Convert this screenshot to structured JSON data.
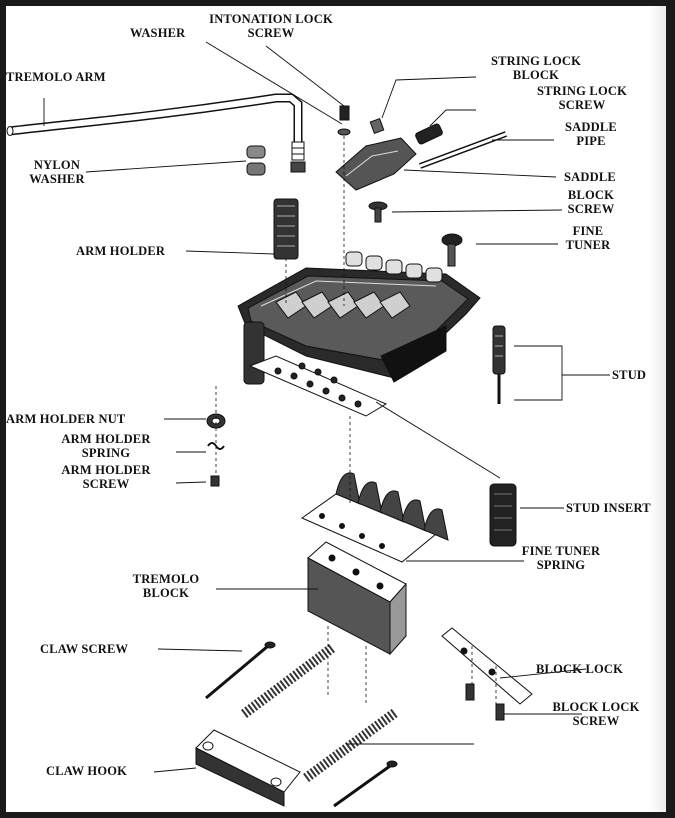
{
  "labels": {
    "washer": "WASHER",
    "intonation_lock_screw_1": "INTONATION LOCK",
    "intonation_lock_screw_2": "SCREW",
    "tremolo_arm": "TREMOLO ARM",
    "string_lock_block_1": "STRING LOCK",
    "string_lock_block_2": "BLOCK",
    "string_lock_screw_1": "STRING LOCK",
    "string_lock_screw_2": "SCREW",
    "saddle_pipe_1": "SADDLE",
    "saddle_pipe_2": "PIPE",
    "nylon_washer_1": "NYLON",
    "nylon_washer_2": "WASHER",
    "saddle": "SADDLE",
    "block_screw_1": "BLOCK",
    "block_screw_2": "SCREW",
    "arm_holder": "ARM HOLDER",
    "fine_tuner_1": "FINE",
    "fine_tuner_2": "TUNER",
    "stud": "STUD",
    "arm_holder_nut": "ARM HOLDER NUT",
    "arm_holder_spring_1": "ARM HOLDER",
    "arm_holder_spring_2": "SPRING",
    "arm_holder_screw_1": "ARM HOLDER",
    "arm_holder_screw_2": "SCREW",
    "stud_insert": "STUD INSERT",
    "fine_tuner_spring_1": "FINE TUNER",
    "fine_tuner_spring_2": "SPRING",
    "tremolo_block_1": "TREMOLO",
    "tremolo_block_2": "BLOCK",
    "claw_screw": "CLAW SCREW",
    "block_lock": "BLOCK LOCK",
    "block_lock_screw_1": "BLOCK LOCK",
    "block_lock_screw_2": "SCREW",
    "claw_hook": "CLAW HOOK"
  },
  "colors": {
    "ink": "#111111",
    "paper": "#ffffff",
    "frame": "#1a1a1a"
  }
}
